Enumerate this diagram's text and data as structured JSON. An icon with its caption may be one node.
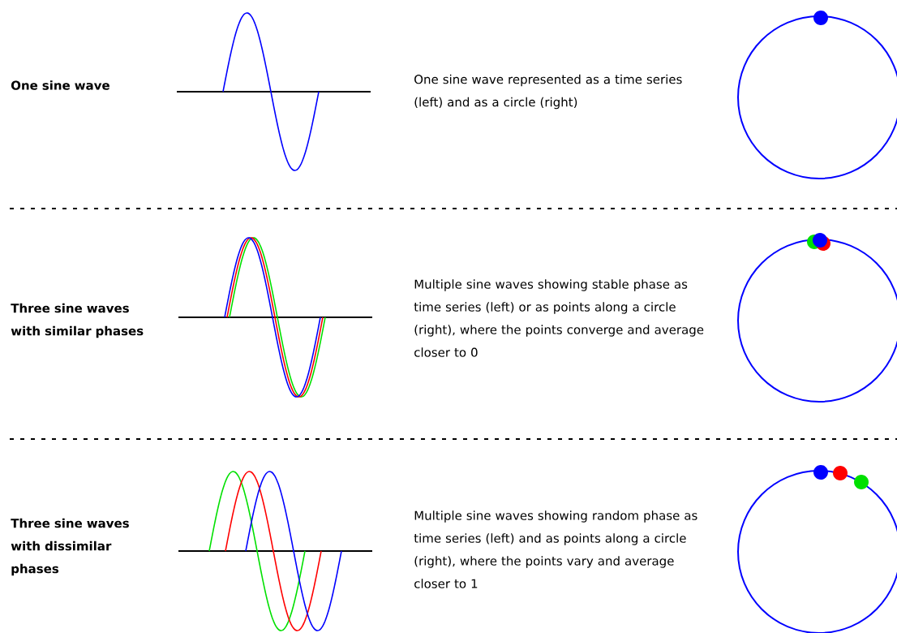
{
  "diagram": {
    "labels": [
      "One sine wave",
      "One sine wave represented as a time series (left) and as a circle (right)",
      "Three sine waves with similar phases",
      "Multiple sine waves showing stable phase as time series (left) or as points along a circle (right), where the points converge and average closer to 0",
      "Three sine waves with dissimilar phases",
      "Multiple sine waves showing random phase as time series (left) and as points along a circle (right), where the points vary and average closer to 1"
    ]
  }
}
